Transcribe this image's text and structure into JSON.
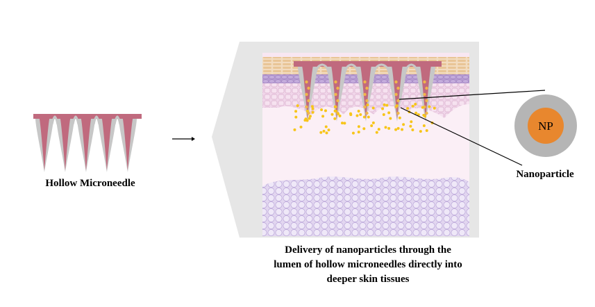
{
  "left_label": "Hollow Microneedle",
  "np_inner_label": "NP",
  "np_label": "Nanoparticle",
  "caption": [
    "Delivery of nanoparticles through the",
    "lumen of hollow microneedles directly into",
    "deeper skin tissues"
  ],
  "colors": {
    "needle": "#c06a7e",
    "needle_wall": "#c7c7c7",
    "np_shell": "#b5b5b5",
    "np_core": "#e8872e",
    "particle": "#f7c51a",
    "panel": "#e6e6e6"
  }
}
